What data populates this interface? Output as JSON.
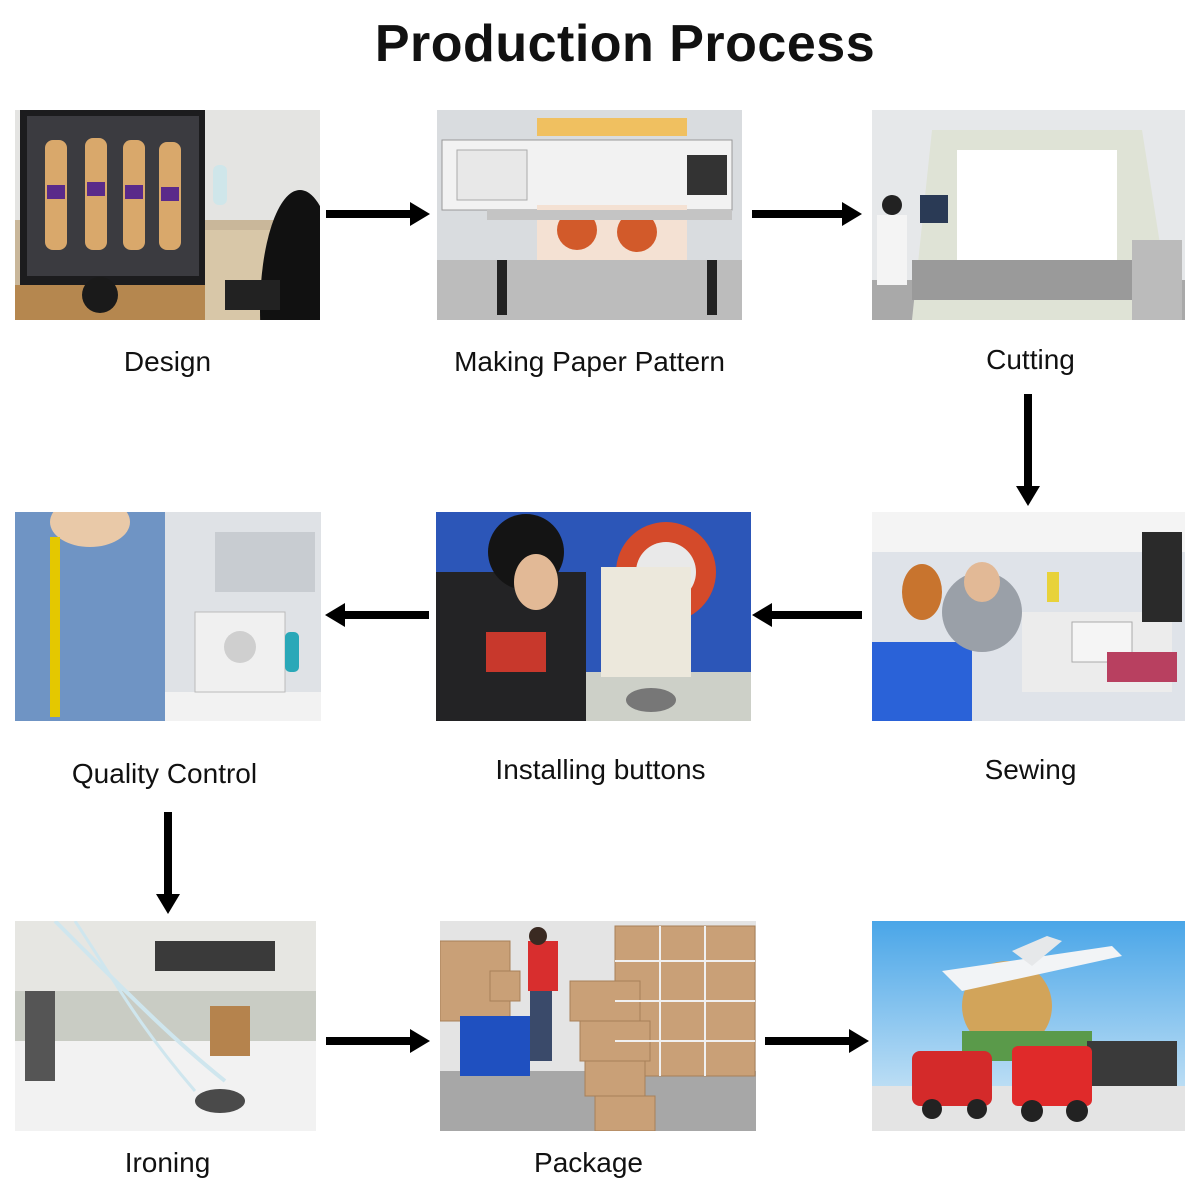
{
  "title": "Production Process",
  "steps": [
    {
      "label": "Design"
    },
    {
      "label": "Making Paper Pattern"
    },
    {
      "label": "Cutting"
    },
    {
      "label": "Sewing"
    },
    {
      "label": "Installing buttons"
    },
    {
      "label": "Quality Control"
    },
    {
      "label": "Ironing"
    },
    {
      "label": "Package"
    },
    {
      "label": ""
    }
  ],
  "colors": {
    "arrow": "#000000",
    "text": "#111111"
  }
}
